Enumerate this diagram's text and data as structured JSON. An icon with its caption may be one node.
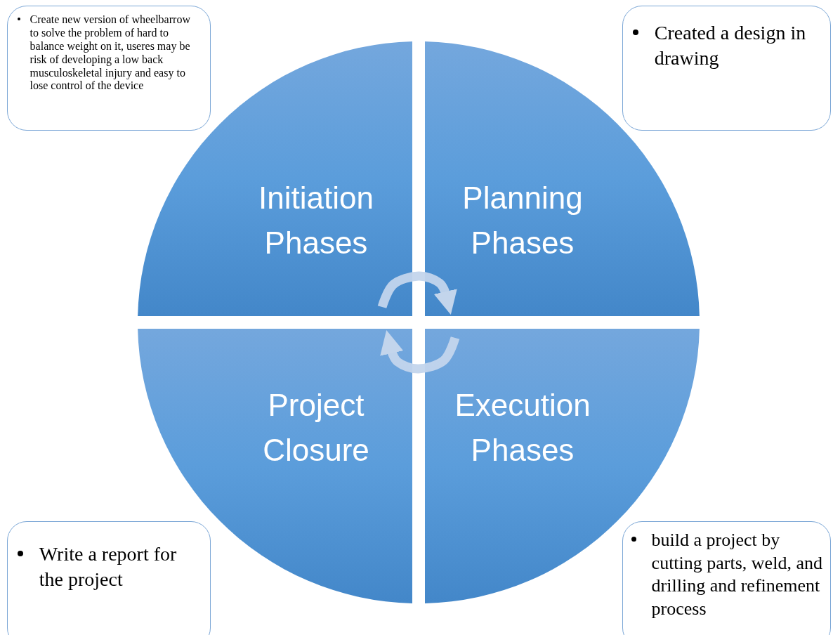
{
  "diagram": {
    "nodes": [
      {
        "text": [
          "Create new version of wheelbarrow to solve the problem of hard to balance weight on it, useres may be risk of developing a low back musculoskeletal injury and easy to lose control of the device"
        ]
      },
      {
        "text": [
          "Initiation Phases"
        ]
      },
      {
        "text": [
          "Planning Phases"
        ]
      },
      {
        "text": [
          "Created a design in drawing"
        ]
      },
      {
        "text": [
          "Project Closure"
        ]
      },
      {
        "text": [
          "Execution Phases"
        ]
      },
      {
        "text": [
          "Write a report for the project"
        ]
      },
      {
        "text": [
          "build a project by cutting parts, weld, and drilling and refinement process"
        ]
      }
    ],
    "edges": [
      {
        "from": 1,
        "to": 2,
        "arrow": "to"
      },
      {
        "from": 5,
        "to": 4,
        "arrow": "to"
      }
    ]
  }
}
